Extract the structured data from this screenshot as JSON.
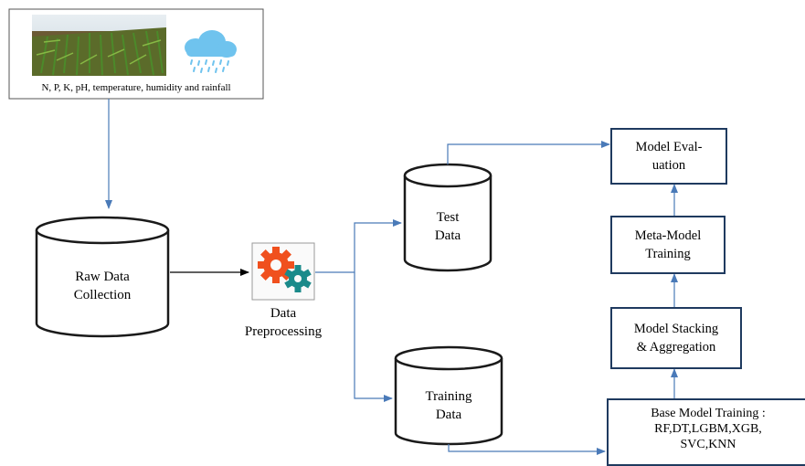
{
  "diagram": {
    "input_caption": "N, P, K, pH, temperature, humidity and rainfall",
    "raw_data_label": "Raw Data\nCollection",
    "preprocessing_label": "Data\nPreprocessing",
    "test_data_label": "Test\nData",
    "training_data_label": "Training\nData",
    "base_model_label": "Base Model Training :\nRF,DT,LGBM,XGB,\nSVC,KNN",
    "stacking_label": "Model Stacking\n& Aggregation",
    "meta_label": "Meta-Model\nTraining",
    "evaluation_label": "Model Eval-\nuation"
  },
  "colors": {
    "arrow": "#4a7ab8",
    "box_border": "#1f3a5f",
    "gear_orange": "#f0501e",
    "gear_teal": "#1a8a8a"
  }
}
